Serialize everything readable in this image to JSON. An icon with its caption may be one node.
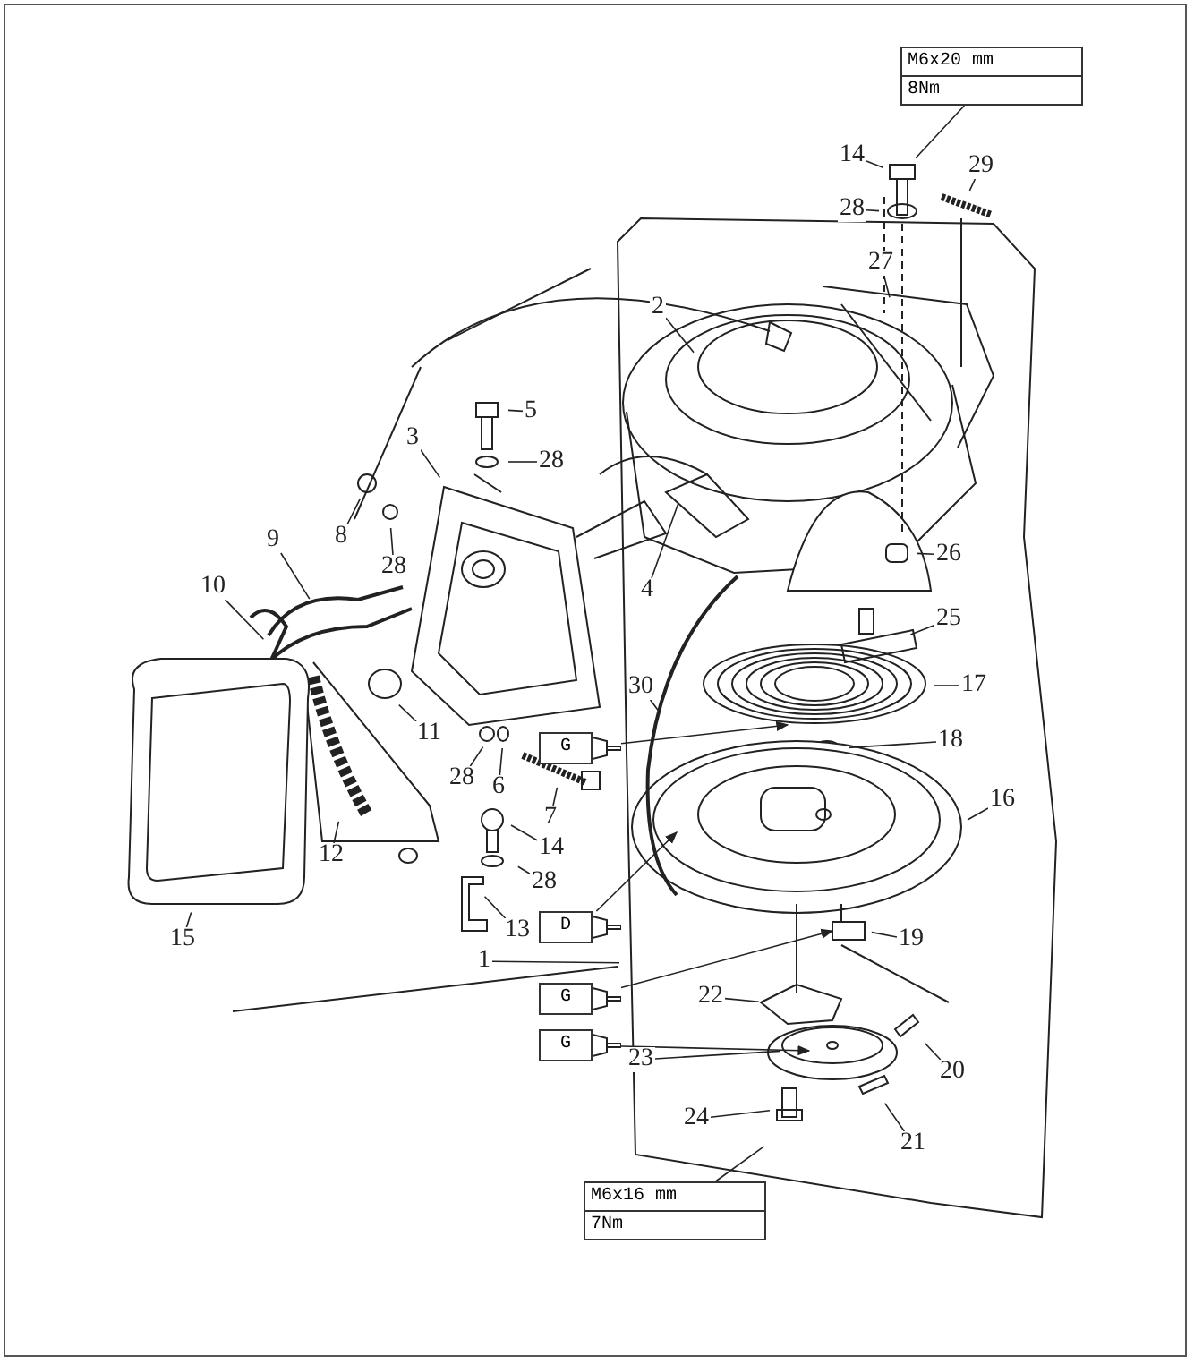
{
  "diagram": {
    "nodes": [
      {
        "text": [
          "M6x20 mm",
          "8Nm"
        ]
      },
      {
        "text": [
          "14"
        ]
      },
      {
        "text": [
          "29"
        ]
      },
      {
        "text": [
          "28"
        ]
      },
      {
        "text": [
          "27"
        ]
      },
      {
        "text": [
          "2"
        ]
      },
      {
        "text": [
          "5"
        ]
      },
      {
        "text": [
          "3"
        ]
      },
      {
        "text": [
          "28"
        ]
      },
      {
        "text": [
          "8"
        ]
      },
      {
        "text": [
          "28"
        ]
      },
      {
        "text": [
          "9"
        ]
      },
      {
        "text": [
          "26"
        ]
      },
      {
        "text": [
          "10"
        ]
      },
      {
        "text": [
          "4"
        ]
      },
      {
        "text": [
          "25"
        ]
      },
      {
        "text": [
          "30"
        ]
      },
      {
        "text": [
          "17"
        ]
      },
      {
        "text": [
          "11"
        ]
      },
      {
        "text": [
          "G"
        ]
      },
      {
        "text": [
          "18"
        ]
      },
      {
        "text": [
          "28"
        ]
      },
      {
        "text": [
          "6"
        ]
      },
      {
        "text": [
          "7"
        ]
      },
      {
        "text": [
          "16"
        ]
      },
      {
        "text": [
          "14"
        ]
      },
      {
        "text": [
          "12"
        ]
      },
      {
        "text": [
          "28"
        ]
      },
      {
        "text": [
          "15"
        ]
      },
      {
        "text": [
          "D"
        ]
      },
      {
        "text": [
          "13"
        ]
      },
      {
        "text": [
          "19"
        ]
      },
      {
        "text": [
          "1"
        ]
      },
      {
        "text": [
          "G"
        ]
      },
      {
        "text": [
          "22"
        ]
      },
      {
        "text": [
          "G"
        ]
      },
      {
        "text": [
          "20"
        ]
      },
      {
        "text": [
          "23"
        ]
      },
      {
        "text": [
          "21"
        ]
      },
      {
        "text": [
          "24"
        ]
      },
      {
        "text": [
          "M6x16 mm",
          "7Nm"
        ]
      }
    ],
    "edges": [
      {
        "from": 0,
        "to": null,
        "arrow": "none"
      },
      {
        "from": 1,
        "to": null,
        "arrow": "none"
      },
      {
        "from": 2,
        "to": null,
        "arrow": "none"
      },
      {
        "from": 3,
        "to": null,
        "arrow": "none"
      },
      {
        "from": 4,
        "to": null,
        "arrow": "none"
      },
      {
        "from": 5,
        "to": null,
        "arrow": "none"
      },
      {
        "from": 6,
        "to": null,
        "arrow": "none"
      },
      {
        "from": 7,
        "to": null,
        "arrow": "none"
      },
      {
        "from": 8,
        "to": null,
        "arrow": "none"
      },
      {
        "from": 9,
        "to": null,
        "arrow": "none"
      },
      {
        "from": 10,
        "to": null,
        "arrow": "none"
      },
      {
        "from": 11,
        "to": null,
        "arrow": "none"
      },
      {
        "from": 12,
        "to": null,
        "arrow": "none"
      },
      {
        "from": 13,
        "to": null,
        "arrow": "none"
      },
      {
        "from": 14,
        "to": null,
        "arrow": "none"
      },
      {
        "from": 15,
        "to": null,
        "arrow": "none"
      },
      {
        "from": 16,
        "to": null,
        "arrow": "none"
      },
      {
        "from": 17,
        "to": null,
        "arrow": "none"
      },
      {
        "from": 18,
        "to": null,
        "arrow": "none"
      },
      {
        "from": 19,
        "to": null,
        "arrow": "to"
      },
      {
        "from": 20,
        "to": null,
        "arrow": "none"
      },
      {
        "from": 21,
        "to": null,
        "arrow": "none"
      },
      {
        "from": 22,
        "to": null,
        "arrow": "none"
      },
      {
        "from": 23,
        "to": null,
        "arrow": "none"
      },
      {
        "from": 24,
        "to": null,
        "arrow": "none"
      },
      {
        "from": 25,
        "to": null,
        "arrow": "none"
      },
      {
        "from": 26,
        "to": null,
        "arrow": "none"
      },
      {
        "from": 27,
        "to": null,
        "arrow": "none"
      },
      {
        "from": 28,
        "to": null,
        "arrow": "none"
      },
      {
        "from": 29,
        "to": null,
        "arrow": "to"
      },
      {
        "from": 30,
        "to": null,
        "arrow": "none"
      },
      {
        "from": 31,
        "to": null,
        "arrow": "none"
      },
      {
        "from": 32,
        "to": null,
        "arrow": "none"
      },
      {
        "from": 33,
        "to": null,
        "arrow": "to"
      },
      {
        "from": 34,
        "to": null,
        "arrow": "none"
      },
      {
        "from": 35,
        "to": null,
        "arrow": "to"
      },
      {
        "from": 36,
        "to": null,
        "arrow": "none"
      },
      {
        "from": 37,
        "to": null,
        "arrow": "none"
      },
      {
        "from": 38,
        "to": null,
        "arrow": "none"
      },
      {
        "from": 39,
        "to": null,
        "arrow": "none"
      },
      {
        "from": 40,
        "to": null,
        "arrow": "none"
      }
    ]
  }
}
